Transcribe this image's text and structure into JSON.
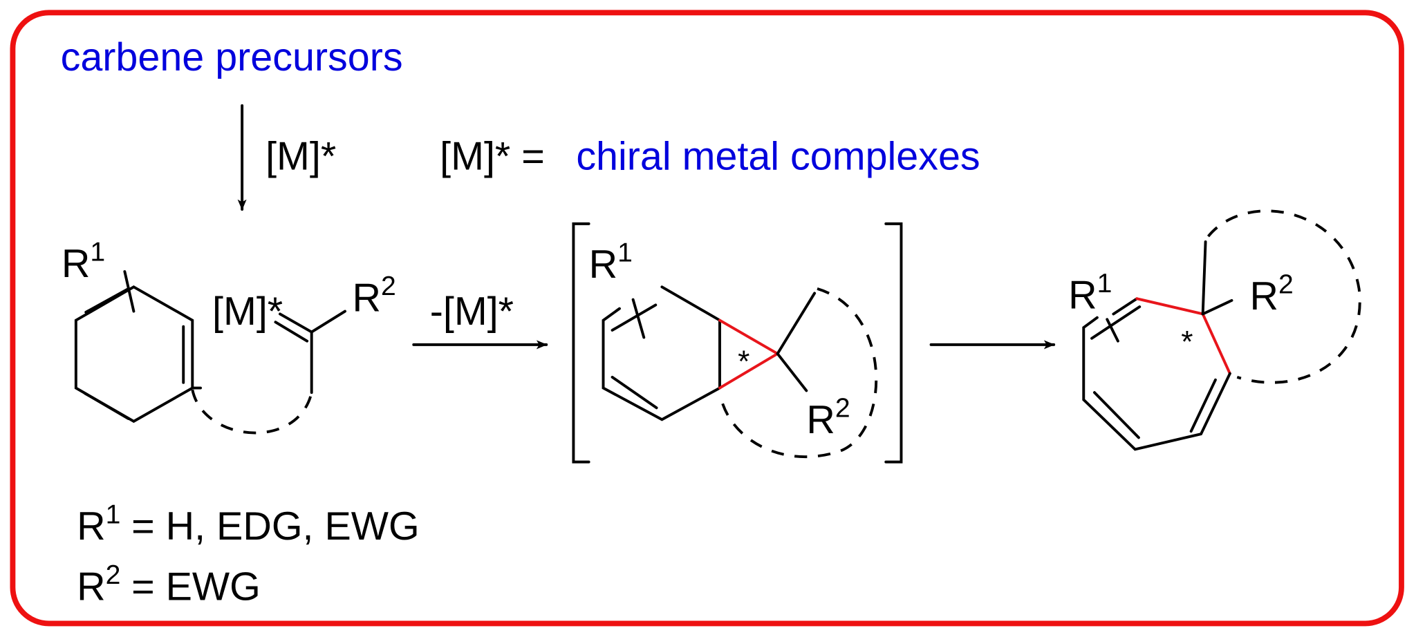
{
  "colors": {
    "frame": "#ee1111",
    "blue_text": "#0000dd",
    "black": "#000000",
    "highlight_bonds": "#e8151b"
  },
  "header": {
    "carbene_precursors": "carbene precursors",
    "catalyst_label": "[M]*",
    "catalyst_definition_lhs": "[M]* =",
    "catalyst_definition_rhs": "chiral metal complexes"
  },
  "reactant": {
    "r1": "R",
    "r1_sup": "1",
    "metal": "[M]*",
    "r2": "R",
    "r2_sup": "2"
  },
  "step1_arrow_label": "-[M]*",
  "intermediate": {
    "r1": "R",
    "r1_sup": "1",
    "r2": "R",
    "r2_sup": "2",
    "stereocenter": "*"
  },
  "product": {
    "r1": "R",
    "r1_sup": "1",
    "r2": "R",
    "r2_sup": "2",
    "stereocenter": "*"
  },
  "definitions": [
    {
      "symbol": "R",
      "sup": "1",
      "value": "= H, EDG, EWG"
    },
    {
      "symbol": "R",
      "sup": "2",
      "value": "= EWG"
    }
  ]
}
